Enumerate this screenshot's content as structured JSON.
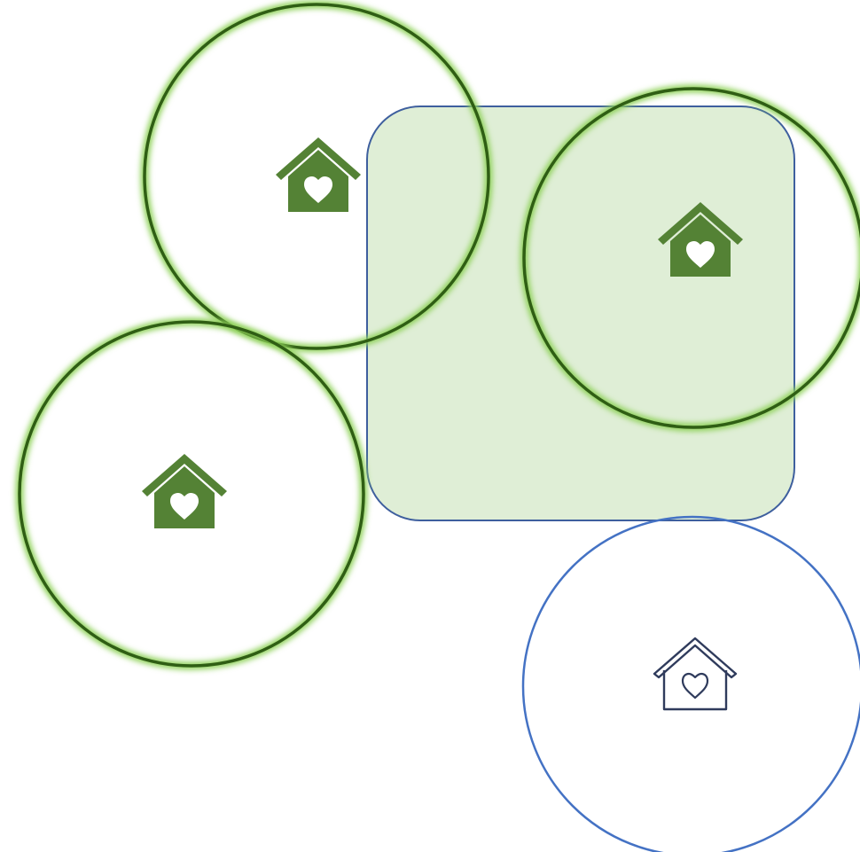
{
  "diagram": {
    "background": "#ffffff",
    "colors": {
      "region_fill": "#dfeed6",
      "region_stroke": "#3e5f9e",
      "covered_stroke": "#2f5e14",
      "covered_glow": "#8fd15a",
      "covered_icon": "#548235",
      "uncovered_stroke": "#4472c4",
      "uncovered_icon": "#2f3b5c"
    },
    "region": {
      "name": "coverage-region",
      "shape": "rounded-rectangle"
    },
    "homes": [
      {
        "name": "home-top-left",
        "status": "covered",
        "icon": "home-heart-icon"
      },
      {
        "name": "home-top-right",
        "status": "covered",
        "icon": "home-heart-icon"
      },
      {
        "name": "home-middle-left",
        "status": "covered",
        "icon": "home-heart-icon"
      },
      {
        "name": "home-bottom-right",
        "status": "uncovered",
        "icon": "home-heart-outline-icon"
      }
    ]
  }
}
